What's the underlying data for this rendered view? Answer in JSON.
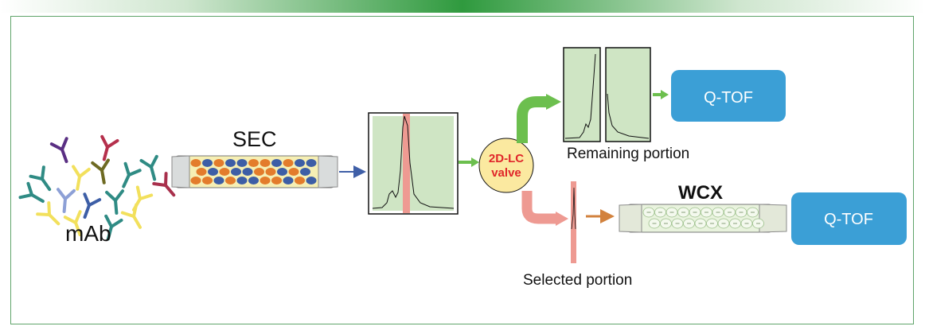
{
  "labels": {
    "mab": "mAb",
    "sec": "SEC",
    "valve_line1": "2D-LC",
    "valve_line2": "valve",
    "remaining": "Remaining portion",
    "selected": "Selected portion",
    "wcx": "WCX",
    "qtof_top": "Q-TOF",
    "qtof_bottom": "Q-TOF"
  },
  "colors": {
    "frame": "#5fa46a",
    "chrom_fill": "#cfe5c4",
    "selected_band": "#ee9a92",
    "green_arrow": "#6cbf4e",
    "pink_arrow": "#ee9a92",
    "orange_arrow": "#d2823e",
    "blue_arrow": "#3f5fa7",
    "valve_fill": "#fbe9a0",
    "valve_text": "#e0262a",
    "qtof_fill": "#3b9fd6",
    "sec_column_fill": "#f6efb4",
    "wcx_column_fill": "#e9f3de"
  }
}
